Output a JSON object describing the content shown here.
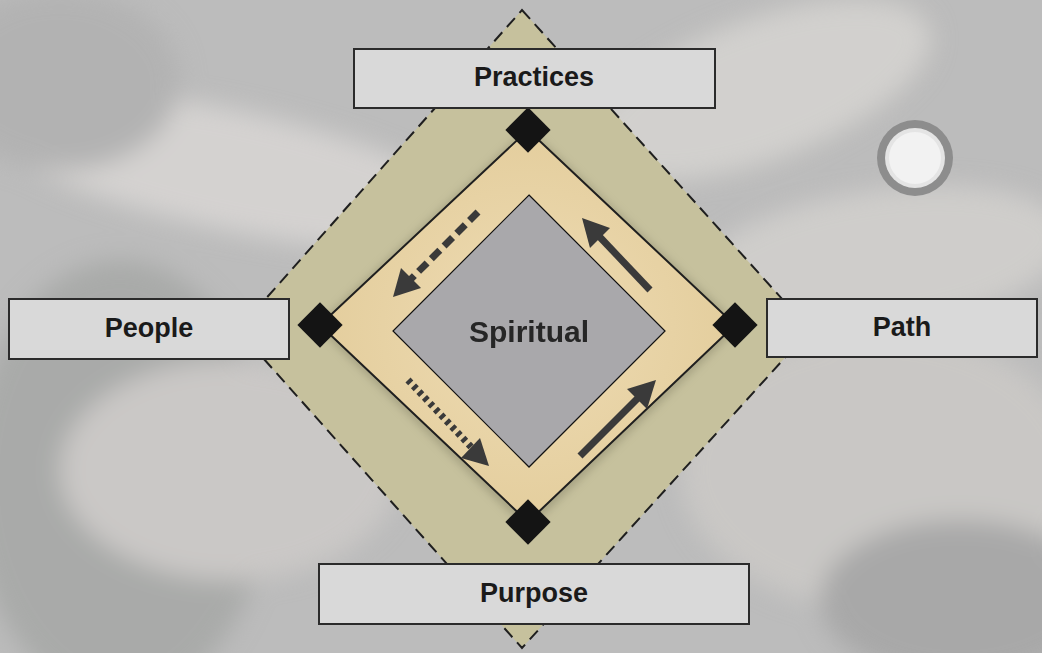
{
  "diagram": {
    "nodes": [
      {
        "text": [
          "Practices"
        ]
      },
      {
        "text": [
          "People"
        ]
      },
      {
        "text": [
          "Spiritual"
        ]
      },
      {
        "text": [
          "Path"
        ]
      },
      {
        "text": [
          "Purpose"
        ]
      }
    ]
  }
}
